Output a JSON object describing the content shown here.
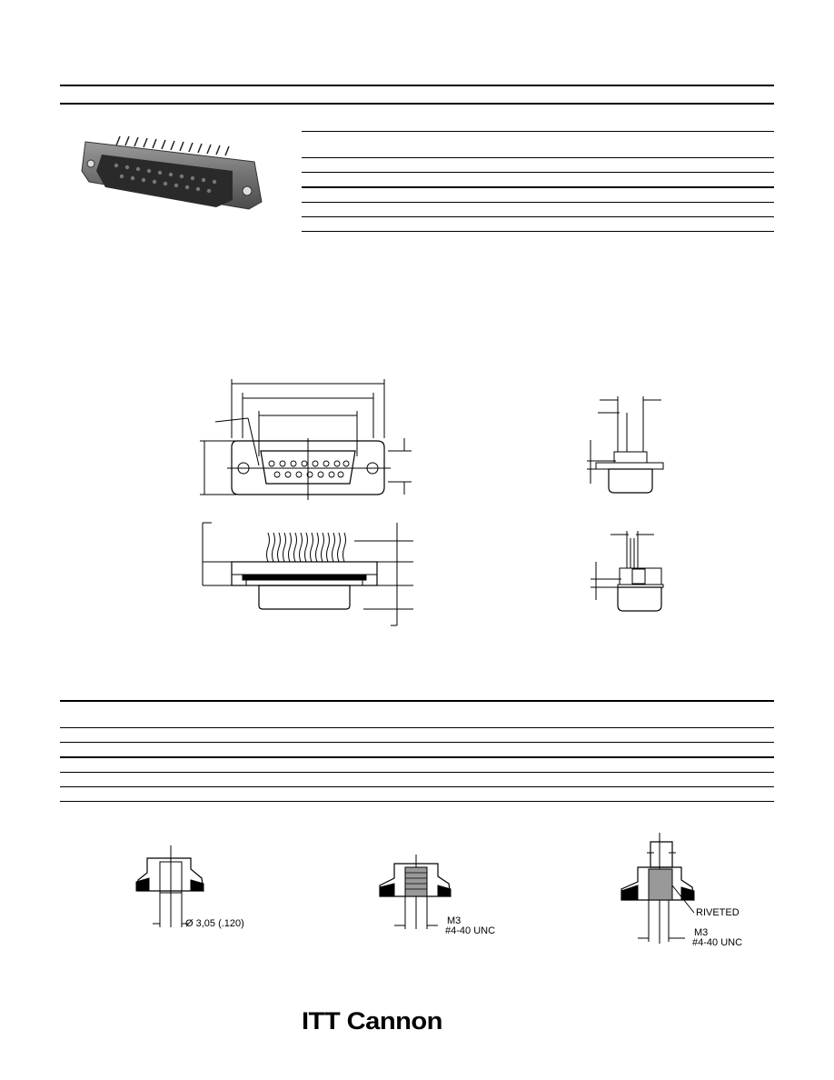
{
  "drawings": {
    "hardware": {
      "hole_label": "Ø 3,05 (.120)",
      "thread_metric": "M3",
      "thread_unc": "#4-40 UNC",
      "riveted_label": "RIVETED",
      "thread_metric_2": "M3",
      "thread_unc_2": "#4-40 UNC"
    }
  },
  "footer": {
    "brand": "ITT Cannon"
  }
}
